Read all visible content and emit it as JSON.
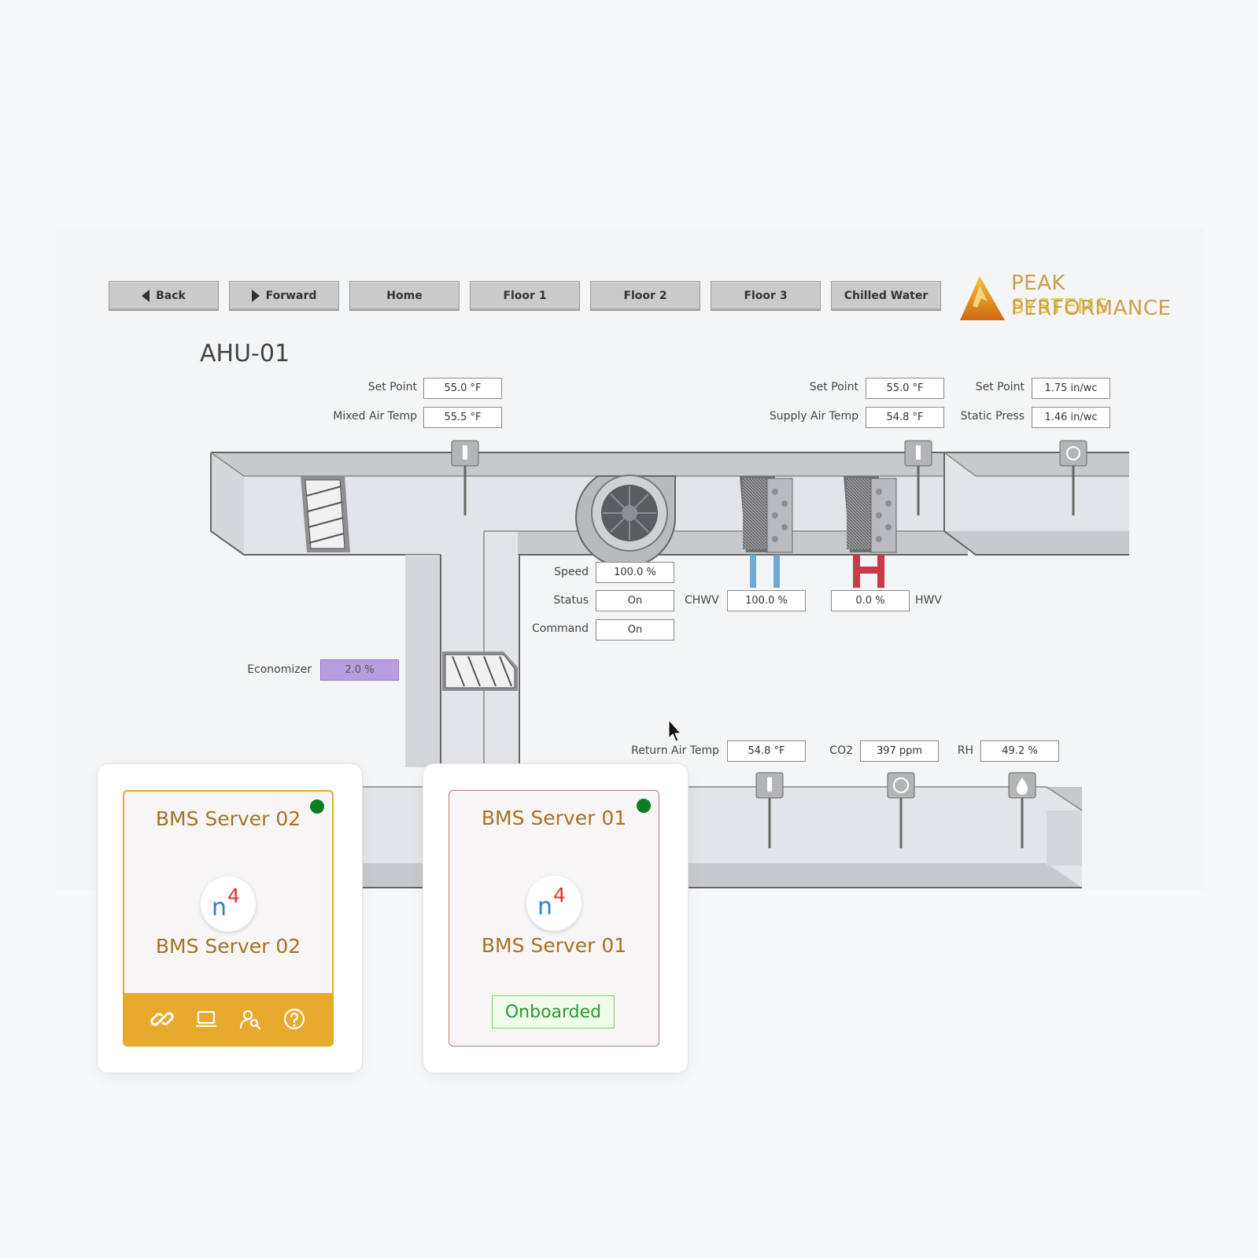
{
  "nav": {
    "back": "Back",
    "forward": "Forward",
    "home": "Home",
    "floor1": "Floor 1",
    "floor2": "Floor 2",
    "floor3": "Floor 3",
    "chilled_water": "Chilled Water"
  },
  "logo": {
    "word1": "PEAK",
    "word2": "SYSTEMS",
    "word3": "PERFORMANCE"
  },
  "page_title": "AHU-01",
  "mixed": {
    "setpoint_label": "Set Point",
    "setpoint_value": "55.0 °F",
    "temp_label": "Mixed Air Temp",
    "temp_value": "55.5 °F"
  },
  "supply": {
    "setpoint_label": "Set Point",
    "setpoint_value": "55.0 °F",
    "temp_label": "Supply Air Temp",
    "temp_value": "54.8 °F"
  },
  "static": {
    "setpoint_label": "Set Point",
    "setpoint_value": "1.75 in/wc",
    "press_label": "Static Press",
    "press_value": "1.46 in/wc"
  },
  "fan": {
    "speed_label": "Speed",
    "speed_value": "100.0 %",
    "status_label": "Status",
    "status_value": "On",
    "command_label": "Command",
    "command_value": "On"
  },
  "chwv": {
    "label": "CHWV",
    "value": "100.0 %"
  },
  "hwv": {
    "label": "HWV",
    "value": "0.0 %"
  },
  "economizer": {
    "label": "Economizer",
    "value": "2.0 %",
    "color": "#b69ee0"
  },
  "return": {
    "temp_label": "Return Air Temp",
    "temp_value": "54.8 °F",
    "co2_label": "CO2",
    "co2_value": "397 ppm",
    "rh_label": "RH",
    "rh_value": "49.2 %"
  },
  "colors": {
    "accent_gold": "#e8aa2c",
    "title_gold": "#a67322",
    "status_green": "#0d7d23",
    "onboarded_green": "#2e9a35"
  },
  "cards": [
    {
      "title": "BMS Server 02",
      "subtitle": "BMS Server 02",
      "logo_n": "n",
      "logo_4": "4",
      "actions": [
        "link-icon",
        "laptop-icon",
        "user-search-icon",
        "help-icon"
      ]
    },
    {
      "title": "BMS Server 01",
      "subtitle": "BMS Server 01",
      "logo_n": "n",
      "logo_4": "4",
      "badge": "Onboarded"
    }
  ]
}
